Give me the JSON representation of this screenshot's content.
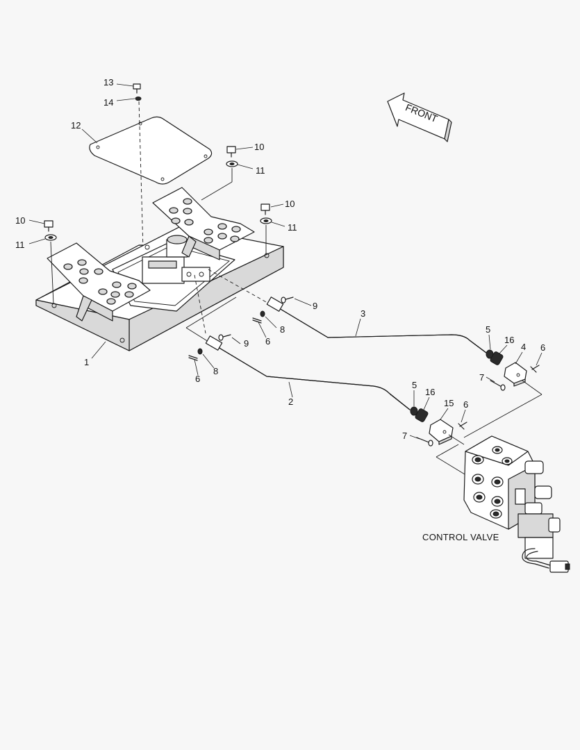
{
  "direction_label": "FRONT",
  "assembly_label": "CONTROL VALVE",
  "callouts": [
    "13",
    "14",
    "12",
    "10",
    "11",
    "10",
    "11",
    "10",
    "11",
    "1",
    "9",
    "8",
    "6",
    "3",
    "9",
    "8",
    "6",
    "2",
    "5",
    "16",
    "4",
    "6",
    "7",
    "5",
    "16",
    "15",
    "6",
    "7"
  ]
}
